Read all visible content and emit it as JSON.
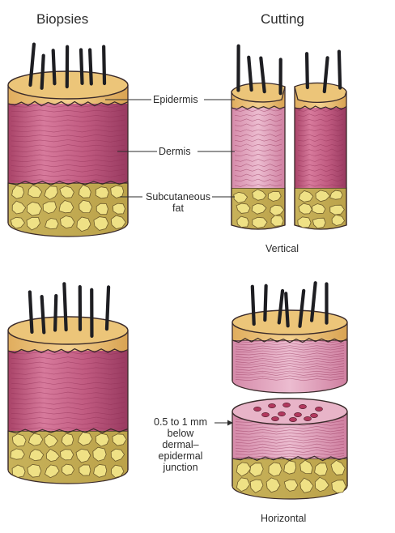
{
  "headers": {
    "biopsies": "Biopsies",
    "cutting": "Cutting"
  },
  "labels": {
    "epidermis": "Epidermis",
    "dermis": "Dermis",
    "subcutaneous_line1": "Subcutaneous",
    "subcutaneous_line2": "fat",
    "vertical": "Vertical",
    "horizontal": "Horizontal",
    "depth_line1": "0.5 to 1 mm",
    "depth_line2": "below",
    "depth_line3": "dermal–",
    "depth_line4": "epidermal",
    "depth_line5": "junction"
  },
  "colors": {
    "epidermis": "#ecc579",
    "dermis": "#c66184",
    "dermis_light": "#e3a3bd",
    "fat": "#efe185",
    "hair": "#1e1e22",
    "line": "#3a2a2a"
  }
}
